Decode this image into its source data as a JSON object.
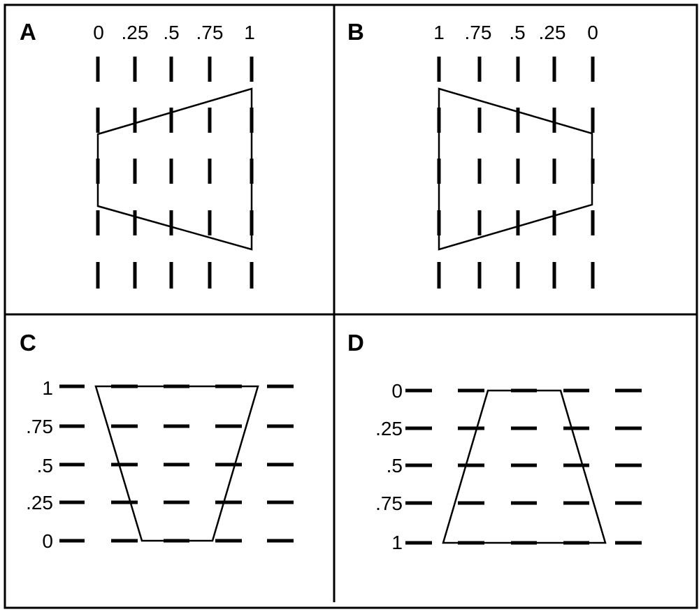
{
  "panels": [
    {
      "letter": "A",
      "ticks": [
        "0",
        ".25",
        ".5",
        ".75",
        "1"
      ]
    },
    {
      "letter": "B",
      "ticks": [
        "1",
        ".75",
        ".5",
        ".25",
        "0"
      ]
    },
    {
      "letter": "C",
      "ticks": [
        "1",
        ".75",
        ".5",
        ".25",
        "0"
      ]
    },
    {
      "letter": "D",
      "ticks": [
        "0",
        ".25",
        ".5",
        ".75",
        "1"
      ]
    }
  ]
}
